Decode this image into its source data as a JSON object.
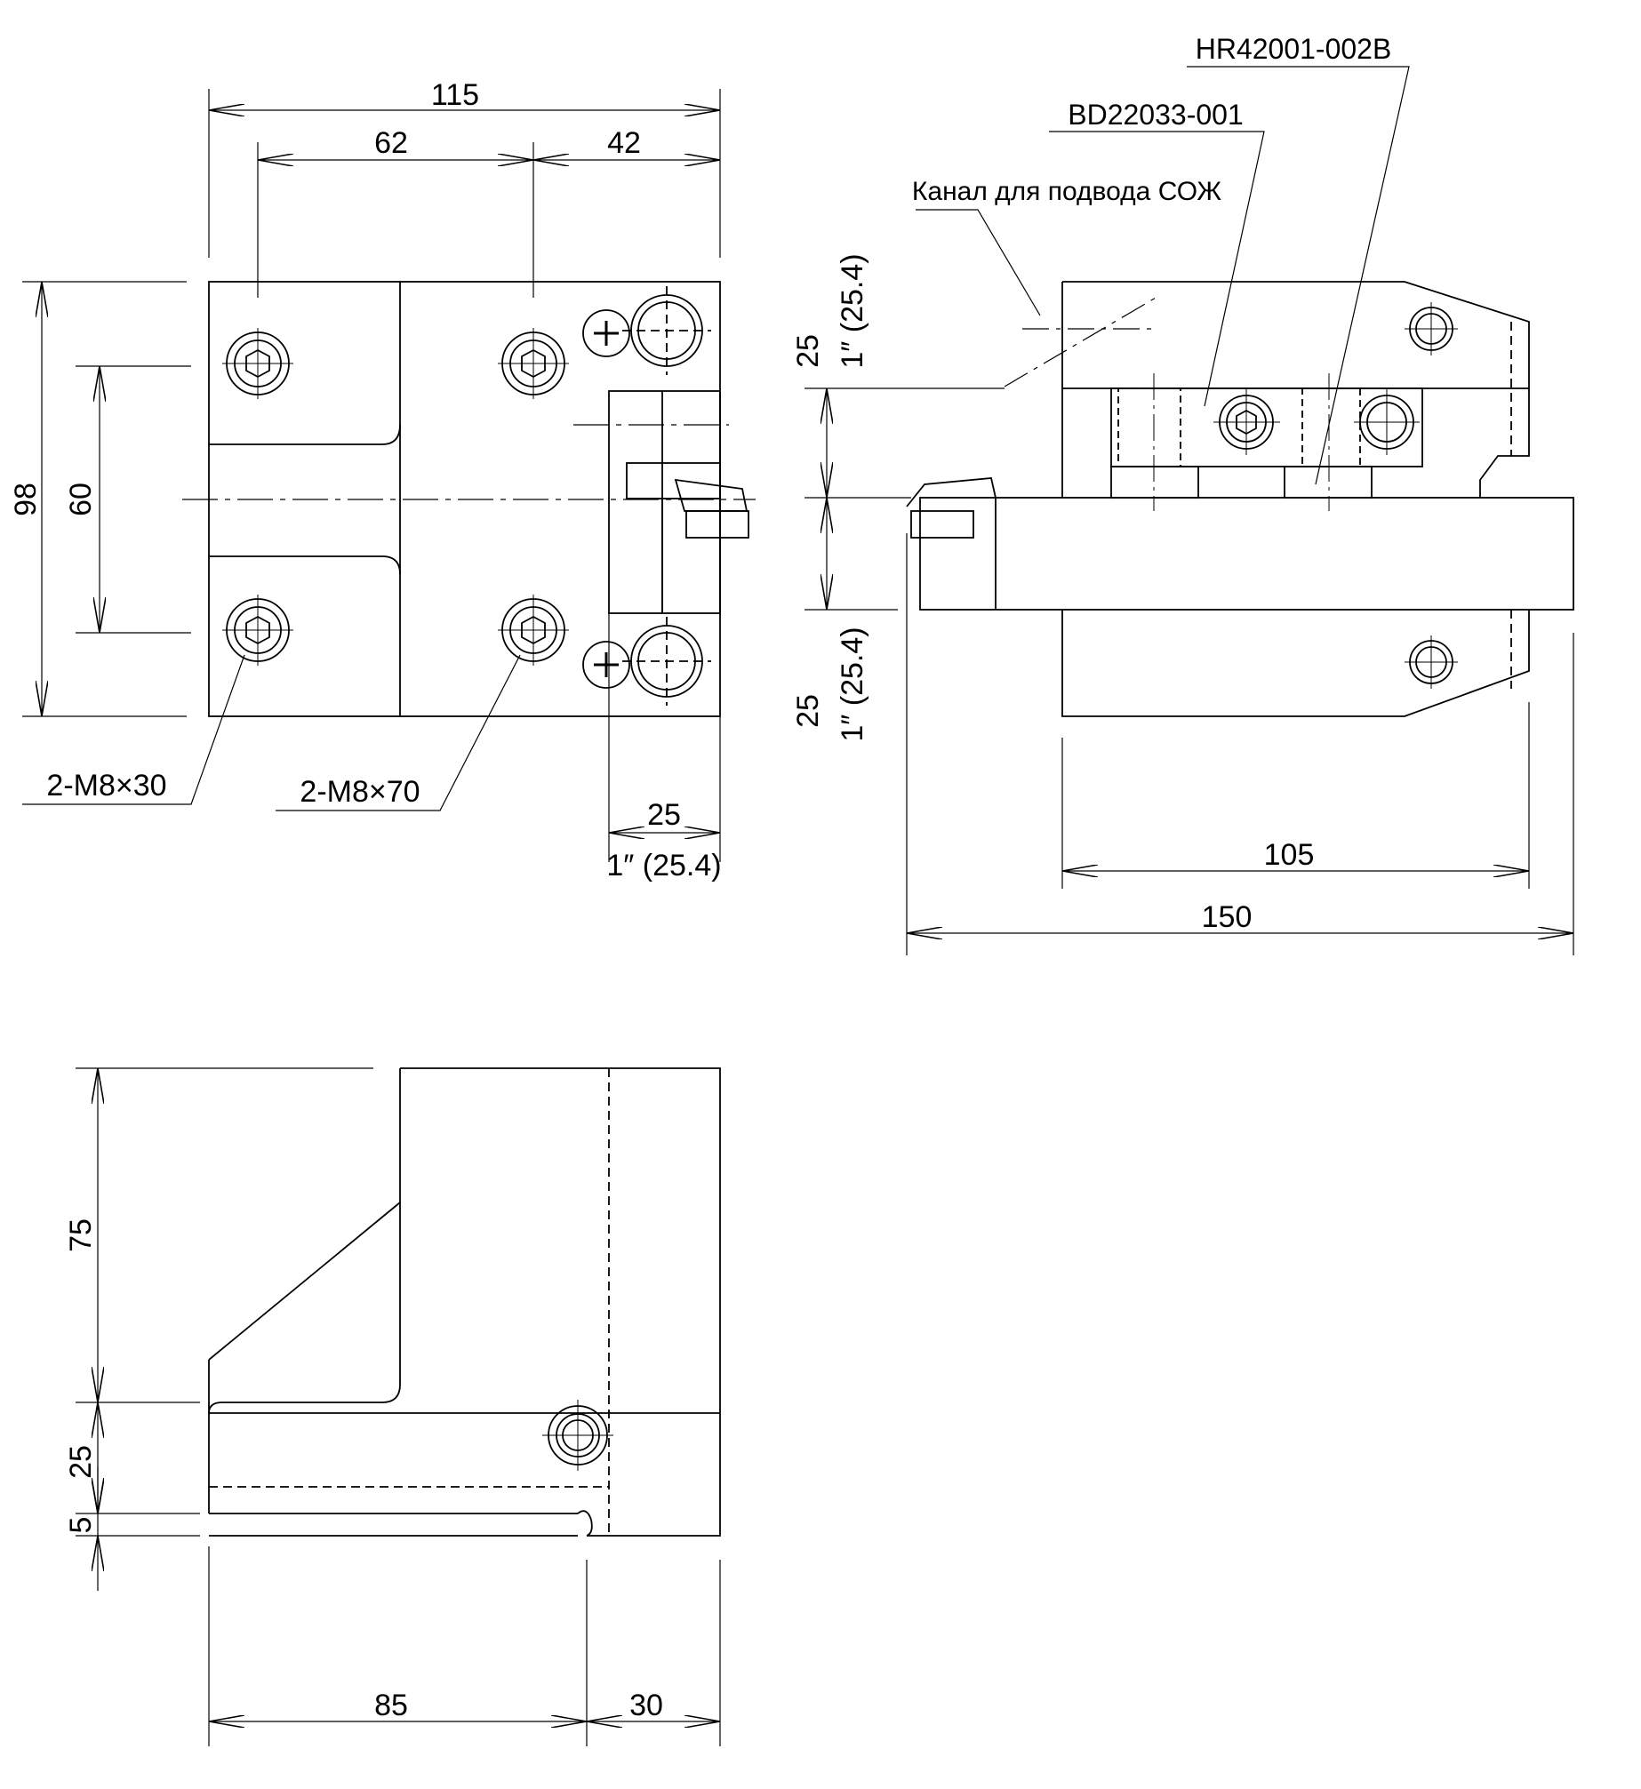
{
  "top_view": {
    "dims": {
      "overall_width": "115",
      "left_pitch": "62",
      "right_pitch": "42",
      "overall_height": "98",
      "bolt_pitch": "60",
      "tool_width": "25",
      "tool_width_inch": "1″ (25.4)"
    },
    "callouts": {
      "bolt_short": "2-M8×30",
      "bolt_long": "2-M8×70"
    }
  },
  "side_view": {
    "dims": {
      "upper_height": "25",
      "upper_height_inch": "1″ (25.4)",
      "lower_height": "25",
      "lower_height_inch": "1″ (25.4)",
      "body_length": "105",
      "overall_length": "150"
    },
    "callouts": {
      "part_no_1": "HR42001-002B",
      "part_no_2": "BD22033-001",
      "coolant_note": "Канал для подвода СОЖ"
    }
  },
  "bottom_view": {
    "dims": {
      "height": "75",
      "step": "25",
      "gap": "5",
      "width_left": "85",
      "width_right": "30"
    }
  },
  "colors": {
    "line": "#000000",
    "background": "#ffffff"
  }
}
